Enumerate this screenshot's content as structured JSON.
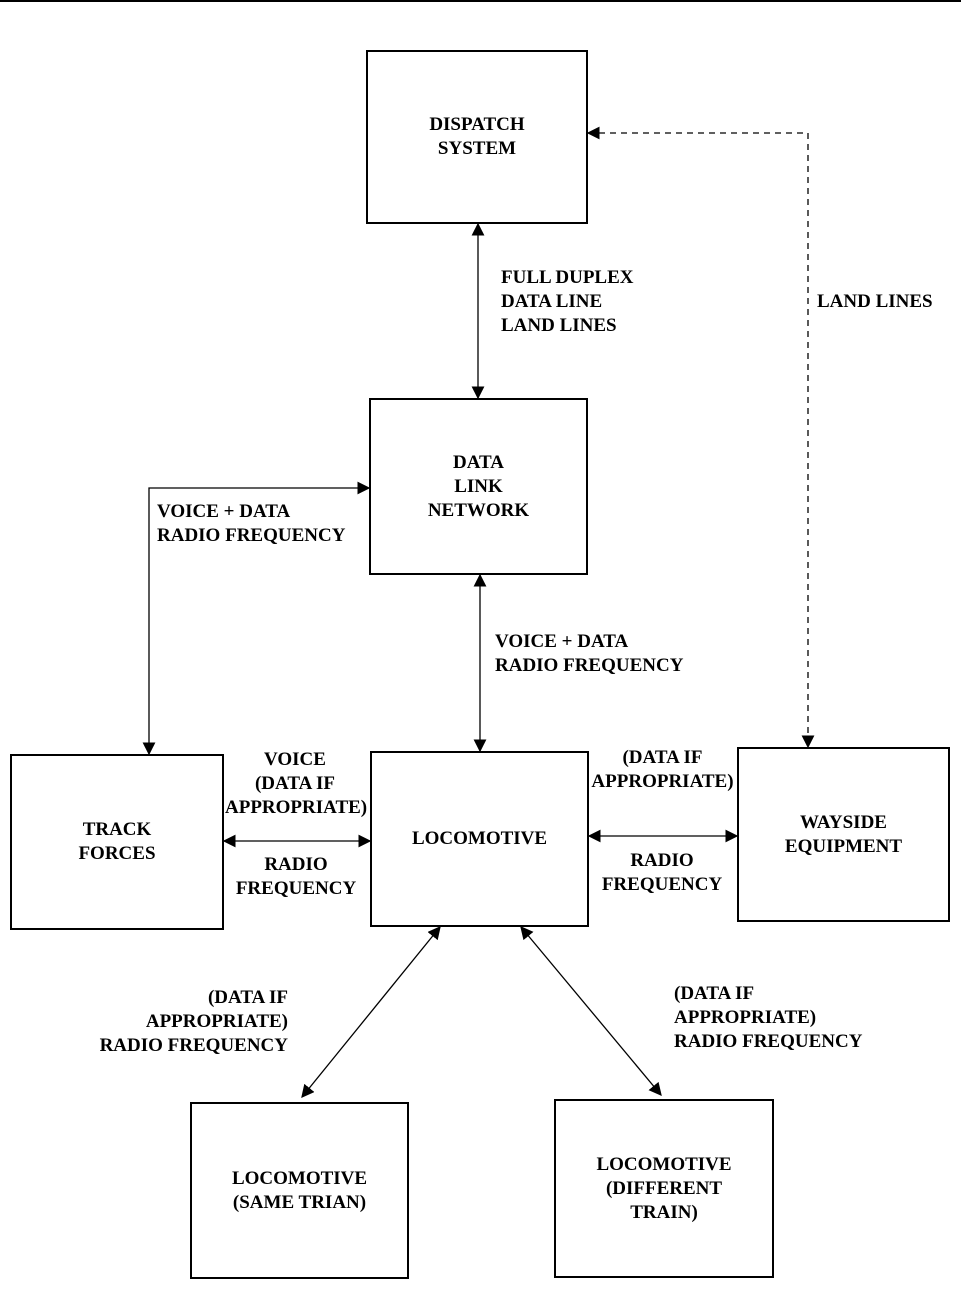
{
  "nodes": {
    "dispatch": [
      "DISPATCH",
      "SYSTEM"
    ],
    "datalink": [
      "DATA",
      "LINK",
      "NETWORK"
    ],
    "track": [
      "TRACK",
      "FORCES"
    ],
    "loco": [
      "LOCOMOTIVE"
    ],
    "wayside": [
      "WAYSIDE",
      "EQUIPMENT"
    ],
    "loco_same": [
      "LOCOMOTIVE",
      "(SAME TRIAN)"
    ],
    "loco_diff": [
      "LOCOMOTIVE",
      "(DIFFERENT",
      "TRAIN)"
    ]
  },
  "labels": {
    "full_duplex": [
      "FULL DUPLEX",
      "DATA LINE",
      "LAND LINES"
    ],
    "land_lines": "LAND LINES",
    "voice_data_left": [
      "VOICE + DATA",
      "RADIO FREQUENCY"
    ],
    "voice_data_center": [
      "VOICE + DATA",
      "RADIO FREQUENCY"
    ],
    "voice_top": [
      "VOICE",
      "(DATA IF",
      "APPROPRIATE)"
    ],
    "radio_left": [
      "RADIO",
      "FREQUENCY"
    ],
    "data_if_right": [
      "(DATA IF",
      "APPROPRIATE)"
    ],
    "radio_right": [
      "RADIO",
      "FREQUENCY"
    ],
    "data_if_bottom_left": [
      "(DATA IF",
      "APPROPRIATE)",
      "RADIO FREQUENCY"
    ],
    "data_if_bottom_right": [
      "(DATA IF",
      "APPROPRIATE)",
      "RADIO FREQUENCY"
    ]
  }
}
